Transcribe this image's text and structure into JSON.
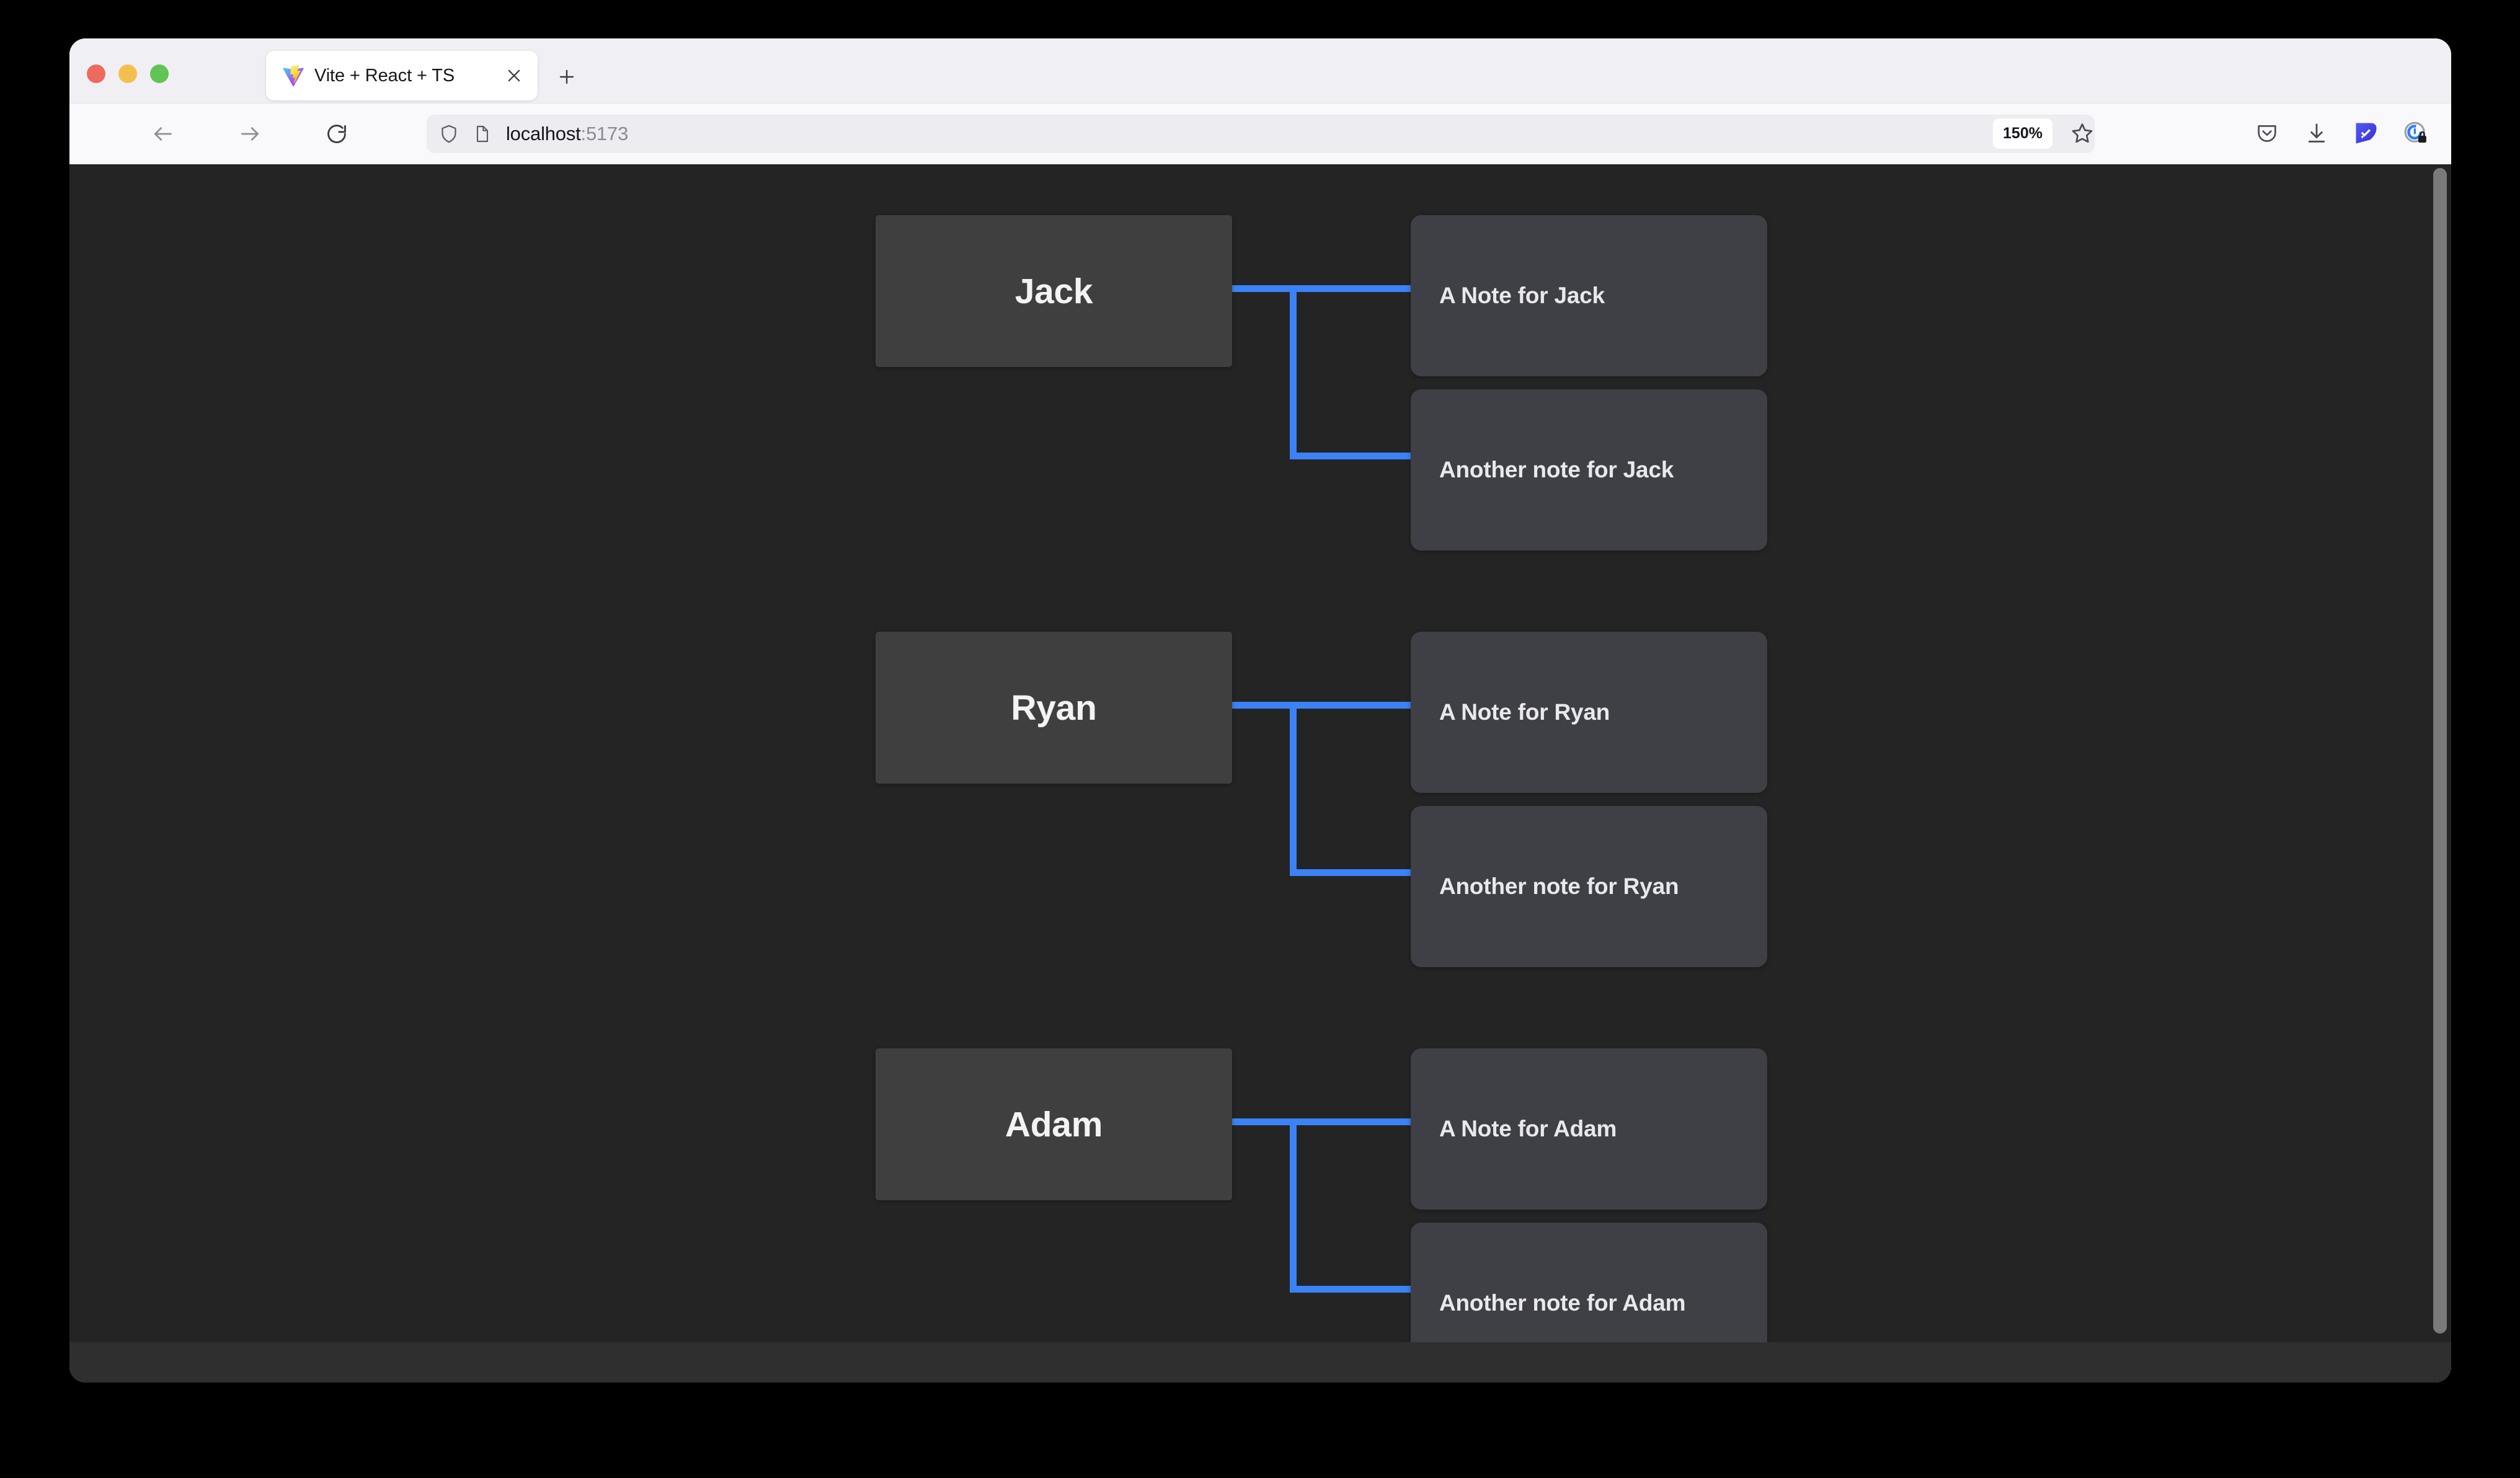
{
  "window": {
    "traffic_lights": [
      "close",
      "minimize",
      "maximize"
    ]
  },
  "tab_bar": {
    "tabs": [
      {
        "title": "Vite + React + TS",
        "favicon": "vite-logo-icon",
        "active": true
      }
    ],
    "new_tab_label": "+",
    "close_label": "×"
  },
  "nav_bar": {
    "back_label": "←",
    "forward_label": "→",
    "reload_label": "↻",
    "url": {
      "host": "localhost",
      "port": ":5173"
    },
    "zoom_level": "150%",
    "bookmark_icon": "star-icon",
    "extensions": [
      "pocket-icon",
      "downloads-icon",
      "blue-extension-icon",
      "privacy-badger-icon",
      "color-wheel-icon",
      "hamburger-menu-icon"
    ]
  },
  "page": {
    "background": "#242424",
    "edge_color": "#3b82f6",
    "node_color": "#3f3f3f",
    "card_color": "#3e4046",
    "groups": [
      {
        "name": "Jack",
        "notes": [
          "A Note for Jack",
          "Another note for Jack"
        ]
      },
      {
        "name": "Ryan",
        "notes": [
          "A Note for Ryan",
          "Another note for Ryan"
        ]
      },
      {
        "name": "Adam",
        "notes": [
          "A Note for Adam",
          "Another note for Adam"
        ]
      }
    ]
  }
}
